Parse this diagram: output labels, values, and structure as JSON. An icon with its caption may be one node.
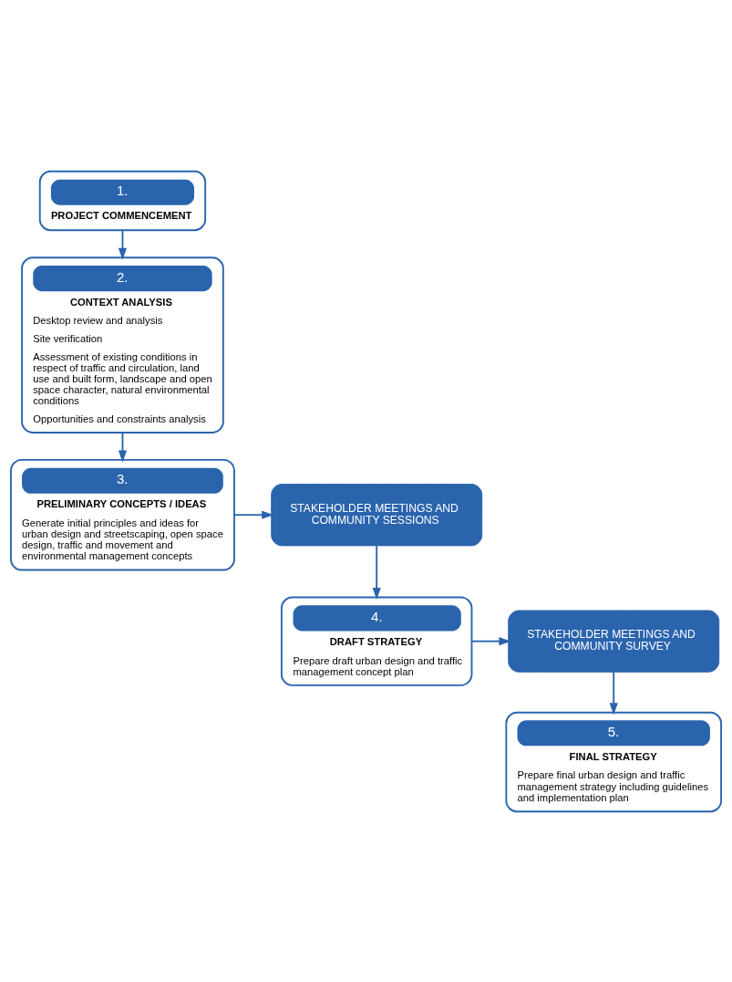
{
  "diagram": {
    "nodes": [
      {
        "text": [
          "1.",
          "PROJECT COMMENCEMENT"
        ]
      },
      {
        "text": [
          "2.",
          "CONTEXT ANALYSIS",
          "Desktop review and analysis",
          "Site verification",
          "Assessment of existing conditions in respect of traffic and circulation, land use and built form, landscape and open space character, natural environmental conditions",
          "Opportunities and constraints analysis"
        ]
      },
      {
        "text": [
          "3.",
          "PRELIMINARY CONCEPTS / IDEAS",
          "Generate initial principles and ideas for urban design and streetscaping, open space design, traffic and movement and environmental management concepts"
        ]
      },
      {
        "text": [
          "STAKEHOLDER MEETINGS AND COMMUNITY SESSIONS"
        ]
      },
      {
        "text": [
          "4.",
          "DRAFT STRATEGY",
          "Prepare draft urban design and traffic management concept plan"
        ]
      },
      {
        "text": [
          "STAKEHOLDER MEETINGS AND COMMUNITY SURVEY"
        ]
      },
      {
        "text": [
          "5.",
          "FINAL STRATEGY",
          "Prepare final urban design and traffic management strategy including guidelines and implementation plan"
        ]
      }
    ],
    "edges": [
      {
        "from": 0,
        "to": 1,
        "arrow": "to"
      },
      {
        "from": 1,
        "to": 2,
        "arrow": "to"
      },
      {
        "from": 2,
        "to": 3,
        "arrow": "to"
      },
      {
        "from": 3,
        "to": 4,
        "arrow": "to"
      },
      {
        "from": 4,
        "to": 5,
        "arrow": "to"
      },
      {
        "from": 5,
        "to": 6,
        "arrow": "to"
      }
    ]
  }
}
